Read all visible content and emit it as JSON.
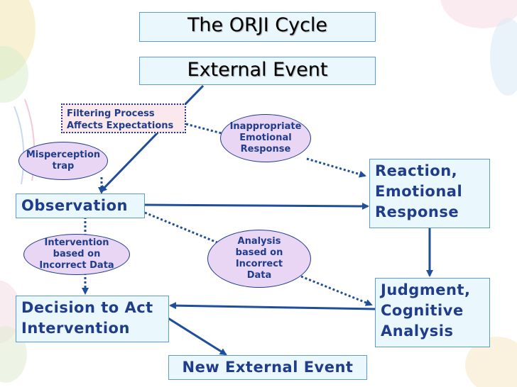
{
  "diagram": {
    "title": "The ORJI Cycle",
    "external_event": "External Event",
    "filtering_process": "Filtering Process\nAffects Expectations",
    "misperception_trap": "Misperception\ntrap",
    "inappropriate_response": "Inappropriate\nEmotional\nResponse",
    "observation": "Observation",
    "reaction": "Reaction,\nEmotional\nResponse",
    "intervention_incorrect": "Intervention\nbased on\nIncorrect Data",
    "analysis_incorrect": "Analysis\nbased on\nIncorrect\nData",
    "judgment": "Judgment,\nCognitive\nAnalysis",
    "decision": "Decision to Act\nIntervention",
    "new_external_event": "New External Event"
  },
  "colors": {
    "box_fill": "#eaf7fd",
    "box_border": "#5b9bd5",
    "text": "#1f3d8a",
    "oval_fill": "#e9d6f5",
    "filter_fill": "#fbe8ec"
  }
}
